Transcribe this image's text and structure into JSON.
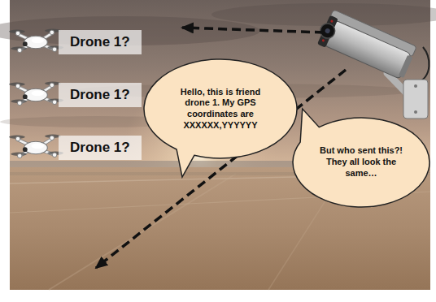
{
  "diagram": {
    "nodes": [
      {
        "text": [
          "Drone 1?"
        ]
      },
      {
        "text": [
          "Drone 1?"
        ]
      },
      {
        "text": [
          "Drone 1?"
        ]
      },
      {
        "text": [
          "Hello, this is friend drone 1. My GPS coordinates are XXXXXX,YYYYYY"
        ]
      },
      {
        "text": [
          "But who sent this?! They all look the same…"
        ]
      }
    ]
  }
}
